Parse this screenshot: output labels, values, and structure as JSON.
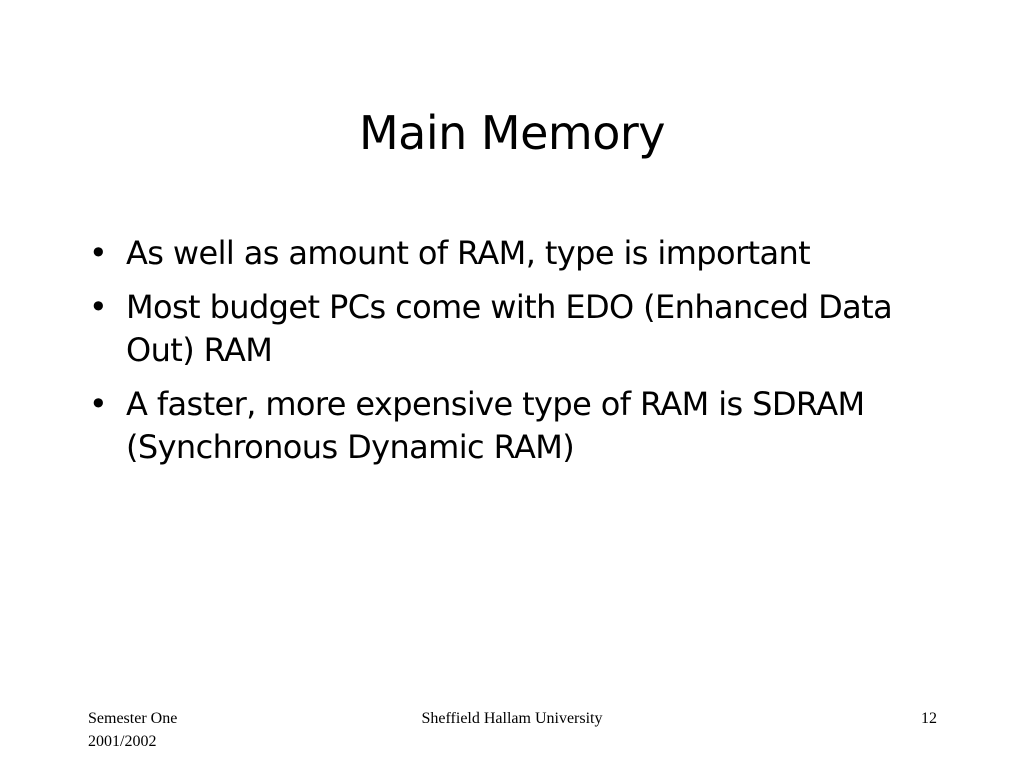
{
  "slide": {
    "title": "Main Memory",
    "bullets": [
      "As well as amount of RAM, type is important",
      "Most budget PCs come with EDO (Enhanced Data Out) RAM",
      "A faster, more expensive type of RAM is SDRAM (Synchronous Dynamic RAM)"
    ],
    "bullet_symbol": "•"
  },
  "footer": {
    "left_line1": "Semester One",
    "left_line2": "2001/2002",
    "center": "Sheffield Hallam University",
    "page_number": "12"
  }
}
